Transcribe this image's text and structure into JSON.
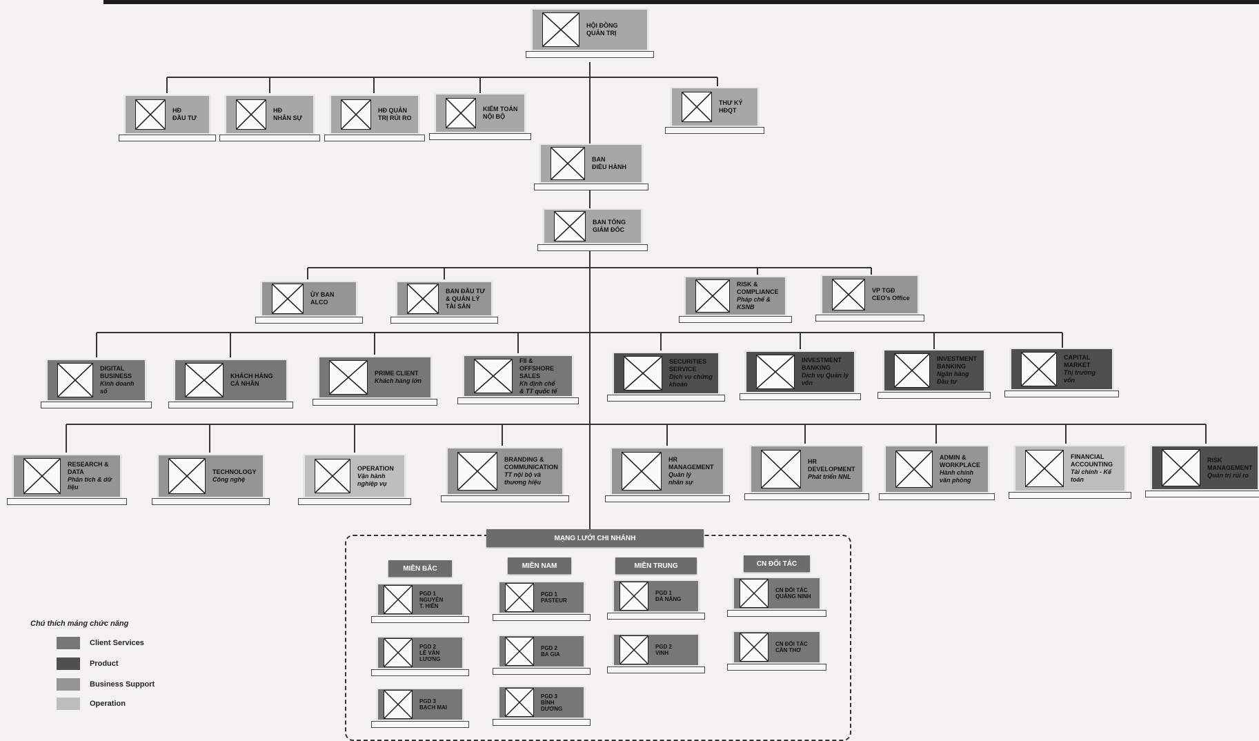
{
  "colors": {
    "client_services": "#777777",
    "product": "#4f4f4f",
    "business_support": "#959595",
    "operation": "#bdbdbd",
    "governance": "#a7a7a7"
  },
  "nodes": {
    "hdqt": "HỘI ĐỒNG\nQUẢN TRỊ",
    "hd_dau_tu": "HĐ\nĐẦU TƯ",
    "hd_nhan_su": "HĐ\nNHÂN SỰ",
    "hd_quan_tri_rui_ro": "HĐ QUẢN\nTRỊ RỦI RO",
    "kiem_toan_noi_bo": "KIỂM TOÁN\nNỘI BỘ",
    "thu_ky_hdqt": "THƯ KÝ\nHĐQT",
    "ban_dieu_hanh": "BAN\nĐIỀU HÀNH",
    "ban_tong_giam_doc": "BAN TỔNG\nGIÁM ĐỐC",
    "uy_ban_alco": "ỦY BAN ALCO",
    "ban_dau_tu_ql_tai_san": "BAN ĐẦU TƯ\n& QUẢN LÝ\nTÀI SẢN",
    "risk_compliance": "RISK &\nCOMPLIANCE",
    "risk_compliance_sub": "Pháp chế &\nKSNB",
    "vp_tgd": "VP TGĐ\nCEO's Office",
    "digital_business": "DIGITAL\nBUSINESS",
    "digital_business_sub": "Kinh doanh số",
    "khach_hang_ca_nhan": "KHÁCH HÀNG\nCÁ NHÂN",
    "prime_client": "PRIME CLIENT",
    "prime_client_sub": "Khách hàng lớn",
    "fii_offshore": "FII & OFFSHORE\nSALES",
    "fii_offshore_sub": "Kh định chế\n& TT quốc tế",
    "securities_service": "SECURITIES\nSERVICE",
    "securities_service_sub": "Dịch vụ chứng\nkhoán",
    "investment_banking_1": "INVESTMENT\nBANKING",
    "investment_banking_1_sub": "Dịch vụ Quản lý\nvốn",
    "investment_banking_2": "INVESTMENT\nBANKING",
    "investment_banking_2_sub": "Ngân hàng\nĐầu tư",
    "capital_market": "CAPITAL\nMARKET",
    "capital_market_sub": "Thị trường vốn",
    "research_data": "RESEARCH &\nDATA",
    "research_data_sub": "Phân tích & dữ\nliệu",
    "technology": "TECHNOLOGY",
    "technology_sub": "Công nghệ",
    "operation": "OPERATION",
    "operation_sub": "Vận hành\nnghiệp vụ",
    "branding": "BRANDING &\nCOMMUNICATION",
    "branding_sub": "TT nội bộ và\nthương hiệu",
    "hr_management": "HR\nMANAGEMENT",
    "hr_management_sub": "Quản lý\nnhân sự",
    "hr_development": "HR\nDEVELOPMENT",
    "hr_development_sub": "Phát triển NNL",
    "admin_workplace": "ADMIN &\nWORKPLACE",
    "admin_workplace_sub": "Hành chính\nvăn phòng",
    "financial_accounting": "FINANCIAL\nACCOUNTING",
    "financial_accounting_sub": "Tài chính - Kế\ntoán",
    "risk_management": "RISK\nMANAGEMENT",
    "risk_management_sub": "Quản trị rủi ro"
  },
  "network": {
    "title": "MẠNG LƯỚI CHI NHÁNH",
    "regions": {
      "mien_bac": "MIỀN BẮC",
      "mien_nam": "MIỀN NAM",
      "mien_trung": "MIỀN TRUNG",
      "cn_doi_tac": "CN ĐỐI TÁC"
    },
    "branches": {
      "b1": "PGD 1\nNGUYỄN\nT. HIẾN",
      "b2": "PGD 2\nLÊ VĂN\nLƯƠNG",
      "b3": "PGD 3\nBẠCH MAI",
      "n1": "PGD 1\nPASTEUR",
      "n2": "PGD 2\nBA GIA",
      "n3": "PGD 3\nBÌNH\nDƯƠNG",
      "t1": "PGD 1\nĐÀ NẴNG",
      "t2": "PGD 2\nVINH",
      "d1": "CN ĐỐI TÁC\nQUẢNG NINH",
      "d2": "CN ĐỐI TÁC\nCẦN THƠ"
    }
  },
  "legend": {
    "title": "Chú thích mảng chức năng",
    "items": [
      "Client Services",
      "Product",
      "Business Support",
      "Operation"
    ]
  }
}
